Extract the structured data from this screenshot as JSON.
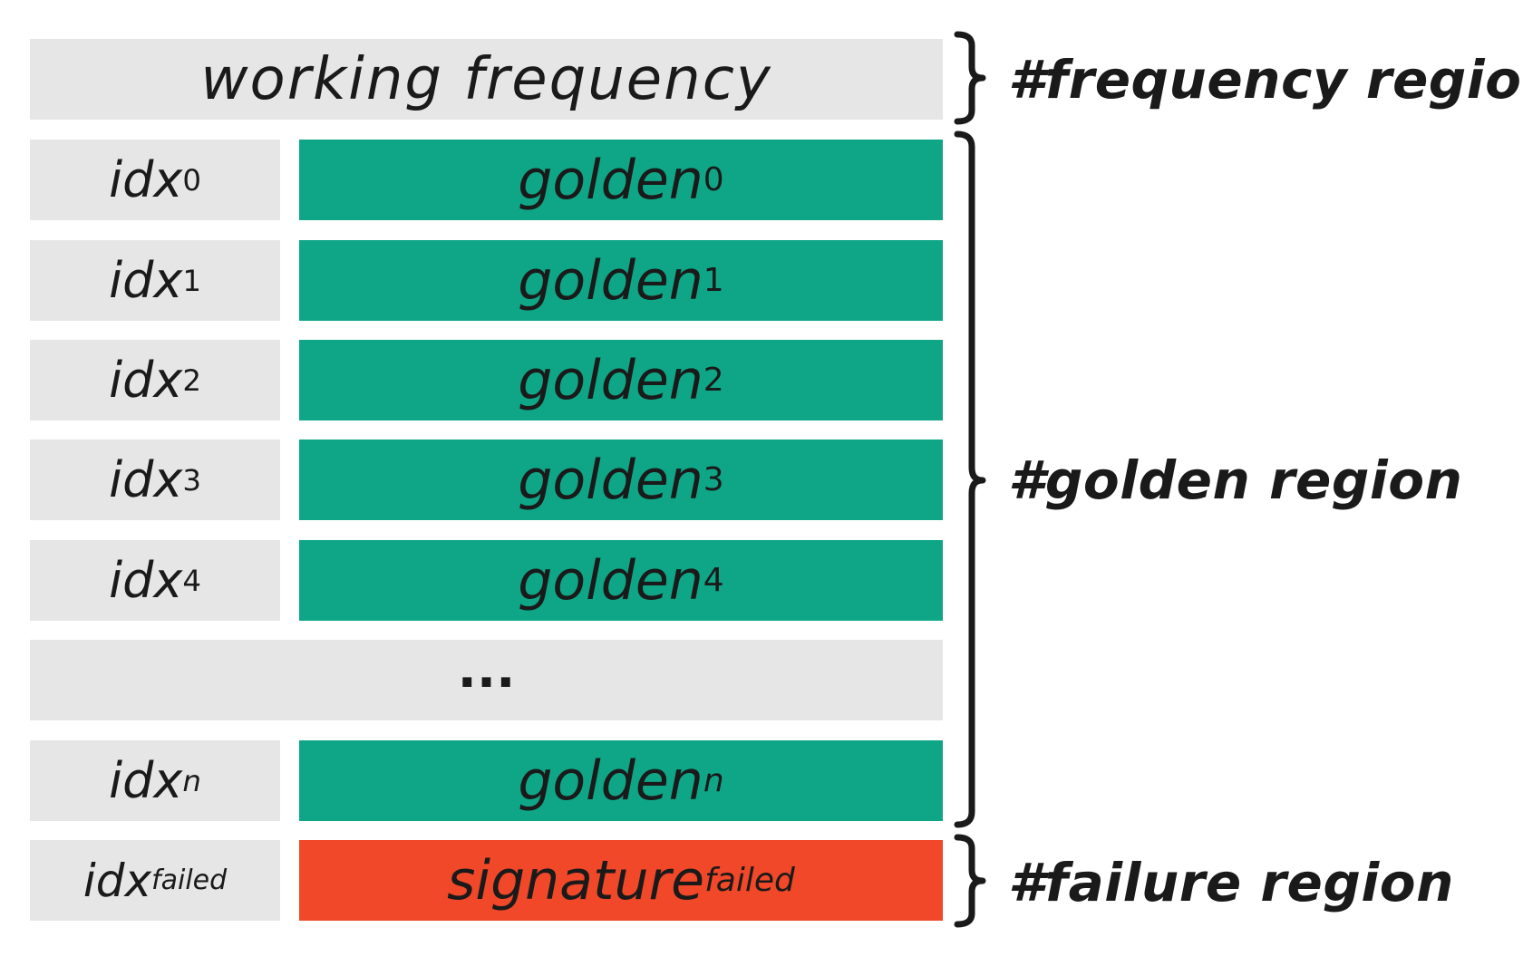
{
  "frequency_row": {
    "label": "working frequency"
  },
  "rows": [
    {
      "idx": "idx",
      "idx_sub": "0",
      "golden": "golden",
      "golden_sub": "0"
    },
    {
      "idx": "idx",
      "idx_sub": "1",
      "golden": "golden",
      "golden_sub": "1"
    },
    {
      "idx": "idx",
      "idx_sub": "2",
      "golden": "golden",
      "golden_sub": "2"
    },
    {
      "idx": "idx",
      "idx_sub": "3",
      "golden": "golden",
      "golden_sub": "3"
    },
    {
      "idx": "idx",
      "idx_sub": "4",
      "golden": "golden",
      "golden_sub": "4"
    }
  ],
  "ellipsis": "...",
  "last_row": {
    "idx": "idx",
    "idx_sub": "n",
    "golden": "golden",
    "golden_sub": "n"
  },
  "failed_row": {
    "idx": "idx",
    "idx_sub": "failed",
    "signature": "signature",
    "signature_sub": "failed"
  },
  "regions": {
    "frequency": "#frequency region",
    "golden": "#golden region",
    "failure": "#failure region"
  },
  "colors": {
    "gray": "#e6e6e6",
    "green": "#0fa687",
    "red": "#f04828",
    "text": "#1a1a1a"
  }
}
